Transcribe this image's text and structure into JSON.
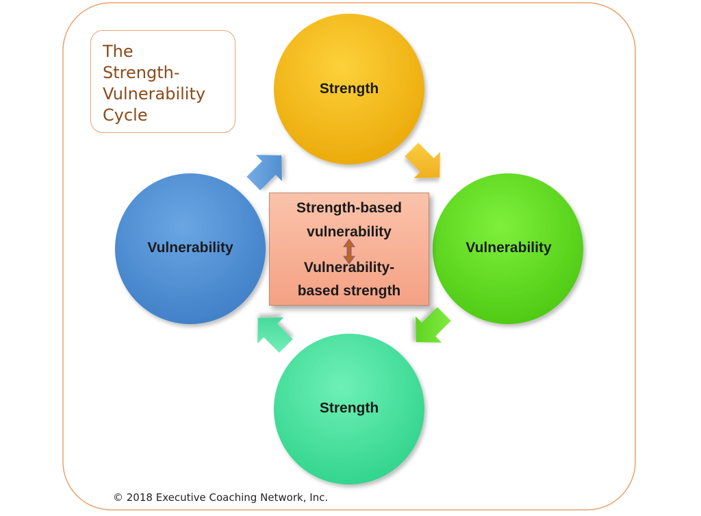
{
  "diagram": {
    "title": "The\nStrength-\nVulnerability\nCycle",
    "nodes": {
      "top": "Strength",
      "right": "Vulnerability",
      "bottom": "Strength",
      "left": "Vulnerability"
    },
    "center": {
      "line1": "Strength-based",
      "line2": "vulnerability",
      "line3": "Vulnerability-",
      "line4": "based strength"
    },
    "footer": "© 2018 Executive Coaching Network, Inc."
  },
  "colors": {
    "frame_border": "#e8a06a",
    "title_text": "#8a4a1a",
    "strength_top": "#f3b511",
    "vulnerability_right": "#5fd61a",
    "strength_bottom": "#3ed99a",
    "vulnerability_left": "#4f8fd3",
    "center_fill": "#f7ad92",
    "center_arrow": "#c0651e"
  }
}
